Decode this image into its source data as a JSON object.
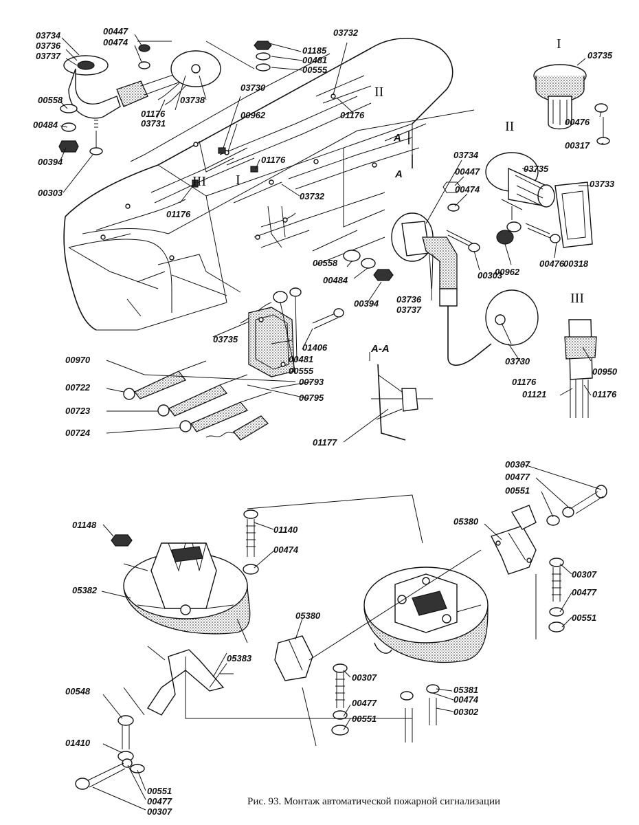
{
  "caption": "Рис. 93. Монтаж автоматической пожарной сигнализации",
  "roman": {
    "i": "I",
    "ii": "II",
    "iii": "III"
  },
  "section": {
    "a": "A",
    "aa": "A-A"
  },
  "codes": {
    "c03734": "03734",
    "c03736": "03736",
    "c03737": "03737",
    "c00447": "00447",
    "c00474": "00474",
    "c01185": "01185",
    "c00481": "00481",
    "c00555": "00555",
    "c03732": "03732",
    "c03735": "03735",
    "c00558": "00558",
    "c00484": "00484",
    "c00394": "00394",
    "c00303": "00303",
    "c01176": "01176",
    "c03731": "03731",
    "c03738": "03738",
    "c03730": "03730",
    "c00962": "00962",
    "c00476": "00476",
    "c00317": "00317",
    "c03733": "03733",
    "c00318": "00318",
    "c01406": "01406",
    "c00970": "00970",
    "c00722": "00722",
    "c00723": "00723",
    "c00724": "00724",
    "c00793": "00793",
    "c00795": "00795",
    "c01177": "01177",
    "c00950": "00950",
    "c01121": "01121",
    "c00307": "00307",
    "c00477": "00477",
    "c00551": "00551",
    "c05380": "05380",
    "c01148": "01148",
    "c01140": "01140",
    "c05382": "05382",
    "c05383": "05383",
    "c00548": "00548",
    "c01410": "01410",
    "c05381": "05381",
    "c00302": "00302"
  }
}
